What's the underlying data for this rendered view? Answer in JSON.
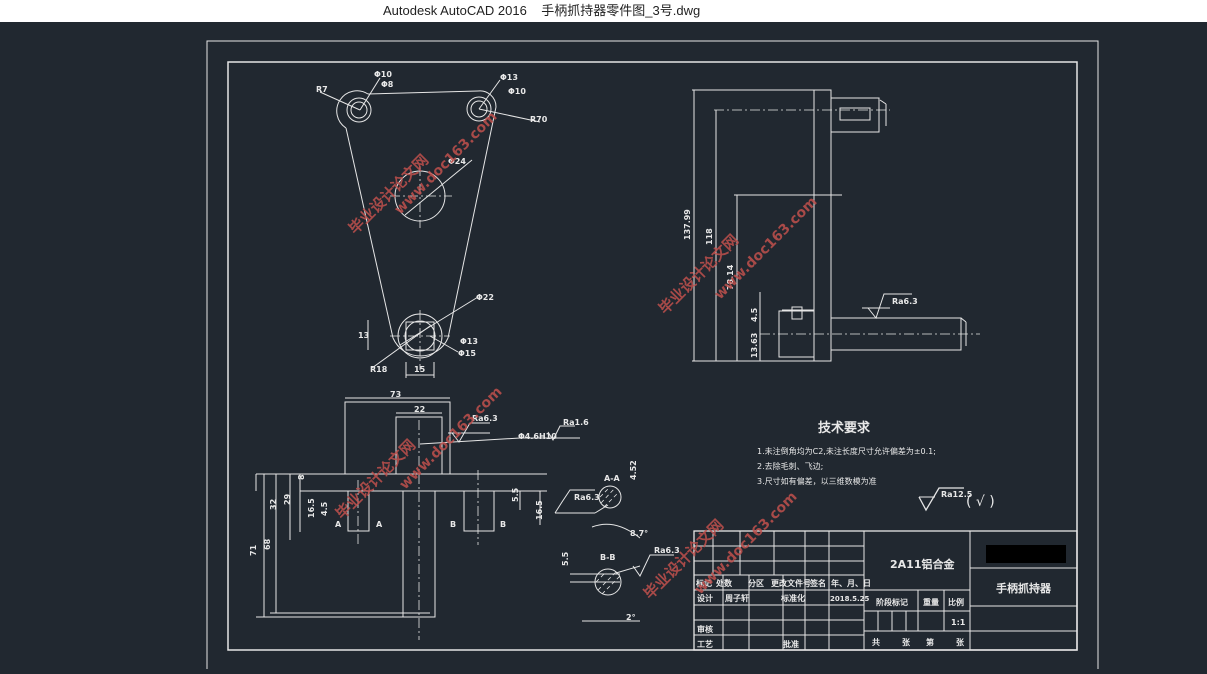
{
  "window": {
    "title": "Autodesk AutoCAD 2016    手柄抓持器零件图_3号.dwg"
  },
  "colors": {
    "background": "#212830",
    "lines": "#e6e6e6",
    "watermark": "#c0504d"
  },
  "top_view": {
    "dims": [
      "Φ10",
      "Φ8",
      "R7",
      "Φ13",
      "Φ10",
      "R70",
      "Φ24",
      "Φ22",
      "13",
      "Φ13",
      "Φ15",
      "R18",
      "15"
    ]
  },
  "side_view": {
    "dims": [
      "137.99",
      "118",
      "78.14",
      "4.5",
      "13.63"
    ],
    "roughness": "Ra6.3"
  },
  "front_view": {
    "dims": [
      "73",
      "22",
      "8",
      "32",
      "29",
      "16.5",
      "4.5",
      "71",
      "68",
      "5.5",
      "16.5"
    ],
    "section_marks": [
      "A",
      "A",
      "B",
      "B"
    ],
    "roughness": [
      "Ra6.3",
      "Ra1.6"
    ],
    "hole": "Φ4.6H10"
  },
  "section_aa": {
    "label": "A-A",
    "roughness": "Ra6.3",
    "dims": [
      "4.52",
      "8.7°"
    ]
  },
  "section_bb": {
    "label": "B-B",
    "roughness": "Ra6.3",
    "dims": [
      "5.5",
      "2°"
    ]
  },
  "tech_requirements": {
    "title": "技术要求",
    "items": [
      "1.未注倒角均为C2,未注长度尺寸允许偏差为±0.1;",
      "2.去除毛刺、飞边;",
      "3.尺寸如有偏差，以三维数模为准"
    ],
    "general_roughness": "Ra12.5",
    "general_roughness_suffix": "( √ )"
  },
  "title_block": {
    "material": "2A11铝合金",
    "part_name": "手柄抓持器",
    "headers": [
      "标记",
      "处数",
      "分区",
      "更改文件号",
      "签名",
      "年、月、日"
    ],
    "design_label": "设计",
    "designer": "周子轩",
    "standard_label": "标准化",
    "date": "2018.5.25",
    "check_label": "审核",
    "process_label": "工艺",
    "approve_label": "批准",
    "stage_label": "阶段标记",
    "weight_label": "重量",
    "scale_label": "比例",
    "scale": "1:1",
    "sheets": [
      "共",
      "张",
      "第",
      "张"
    ]
  },
  "watermarks": [
    "毕业设计论文网",
    "www.doc163.com"
  ]
}
